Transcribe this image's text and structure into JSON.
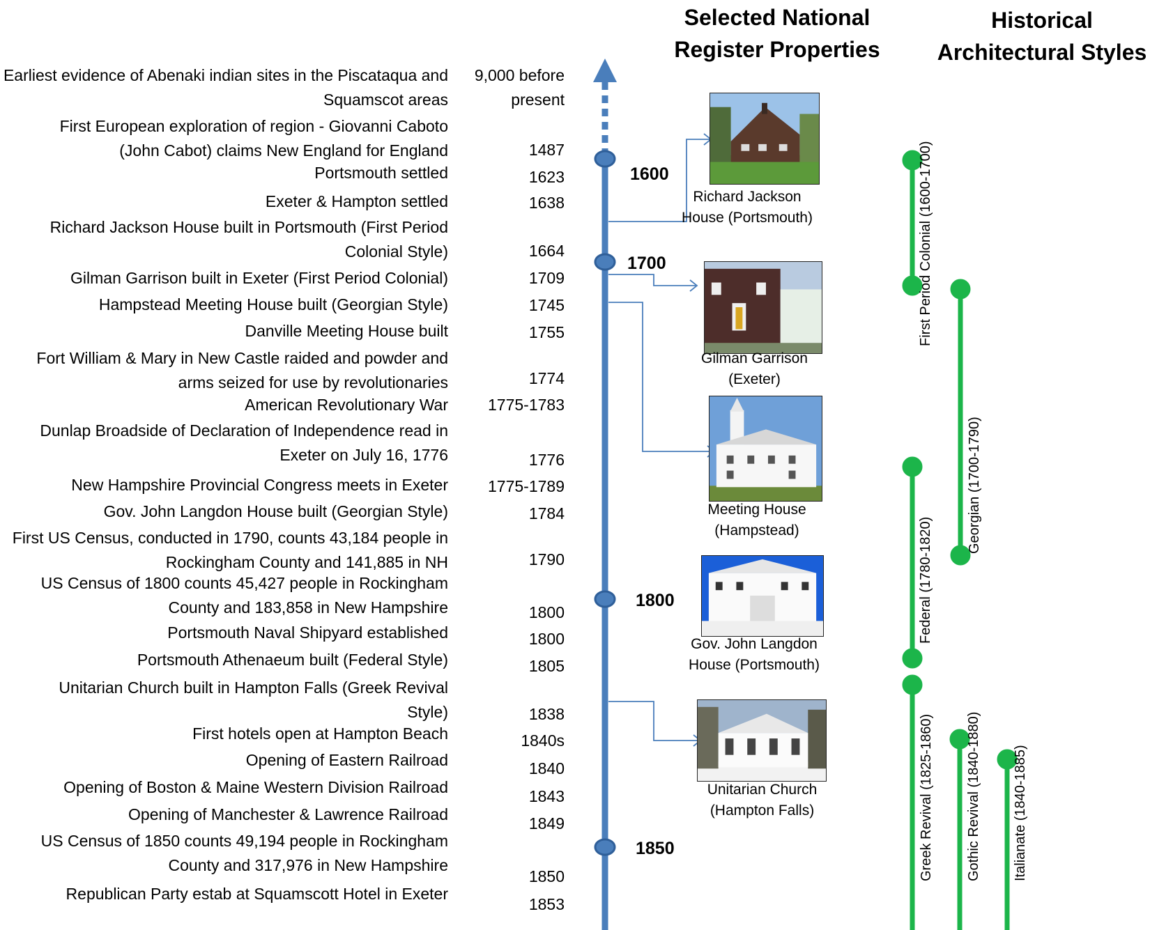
{
  "headers": {
    "properties": "Selected National Register Properties",
    "styles": "Historical Architectural Styles"
  },
  "events": [
    {
      "text": "Earliest evidence of Abenaki indian sites in the Piscataqua and Squamscot areas",
      "year": "9,000 before present"
    },
    {
      "text": "First European exploration of region - Giovanni Caboto (John Cabot) claims New England for England",
      "year": "1487"
    },
    {
      "text": "Portsmouth settled",
      "year": "1623"
    },
    {
      "text": "Exeter & Hampton settled",
      "year": "1638"
    },
    {
      "text": "Richard Jackson House built in Portsmouth (First Period Colonial Style)",
      "year": "1664"
    },
    {
      "text": "Gilman Garrison built in Exeter (First Period Colonial)",
      "year": "1709"
    },
    {
      "text": "Hampstead Meeting House built (Georgian Style)",
      "year": "1745"
    },
    {
      "text": "Danville Meeting House built",
      "year": "1755"
    },
    {
      "text": "Fort William & Mary in New Castle raided and powder and arms seized for use by revolutionaries",
      "year": "1774"
    },
    {
      "text": "American Revolutionary War",
      "year": "1775-1783"
    },
    {
      "text": "Dunlap Broadside of Declaration of Independence read in Exeter on July 16, 1776",
      "year": "1776"
    },
    {
      "text": "New Hampshire Provincial Congress meets in Exeter",
      "year": "1775-1789"
    },
    {
      "text": "Gov. John Langdon House built (Georgian Style)",
      "year": "1784"
    },
    {
      "text": "First US Census, conducted in 1790, counts 43,184 people in Rockingham County and 141,885 in NH",
      "year": "1790"
    },
    {
      "text": "US Census of 1800 counts 45,427 people in Rockingham County and 183,858 in New Hampshire",
      "year": "1800"
    },
    {
      "text": "Portsmouth Naval Shipyard established",
      "year": "1800"
    },
    {
      "text": "Portsmouth Athenaeum built (Federal Style)",
      "year": "1805"
    },
    {
      "text": "Unitarian Church built in Hampton Falls (Greek Revival Style)",
      "year": "1838"
    },
    {
      "text": "First hotels open at Hampton Beach",
      "year": "1840s"
    },
    {
      "text": "Opening of Eastern Railroad",
      "year": "1840"
    },
    {
      "text": "Opening of Boston & Maine Western Division Railroad",
      "year": "1843"
    },
    {
      "text": "Opening of Manchester & Lawrence Railroad",
      "year": "1849"
    },
    {
      "text": "US Census of 1850 counts 49,194 people in Rockingham County and 317,976 in New Hampshire",
      "year": "1850"
    },
    {
      "text": "Republican Party estab at Squamscott Hotel in Exeter",
      "year": "1853"
    }
  ],
  "decades": [
    "1600",
    "1700",
    "1800",
    "1850"
  ],
  "properties": [
    {
      "caption": "Richard Jackson House (Portsmouth)",
      "icon": "house-photo"
    },
    {
      "caption": "Gilman Garrison (Exeter)",
      "icon": "house-photo"
    },
    {
      "caption": "Meeting House (Hampstead)",
      "icon": "meeting-house-photo"
    },
    {
      "caption": "Gov. John Langdon House (Portsmouth)",
      "icon": "house-photo"
    },
    {
      "caption": "Unitarian Church (Hampton Falls)",
      "icon": "church-photo"
    }
  ],
  "styles": [
    {
      "label": "First Period Colonial (1600-1700)"
    },
    {
      "label": "Georgian (1700-1790)"
    },
    {
      "label": "Federal (1780-1820)"
    },
    {
      "label": "Greek Revival (1825-1860)"
    },
    {
      "label": "Gothic Revival (1840-1880)"
    },
    {
      "label": "Italianate (1840-1885)"
    }
  ],
  "colors": {
    "timeline": "#4a7ebb",
    "style_bar": "#1cb54a",
    "connector": "#4a7ebb"
  }
}
